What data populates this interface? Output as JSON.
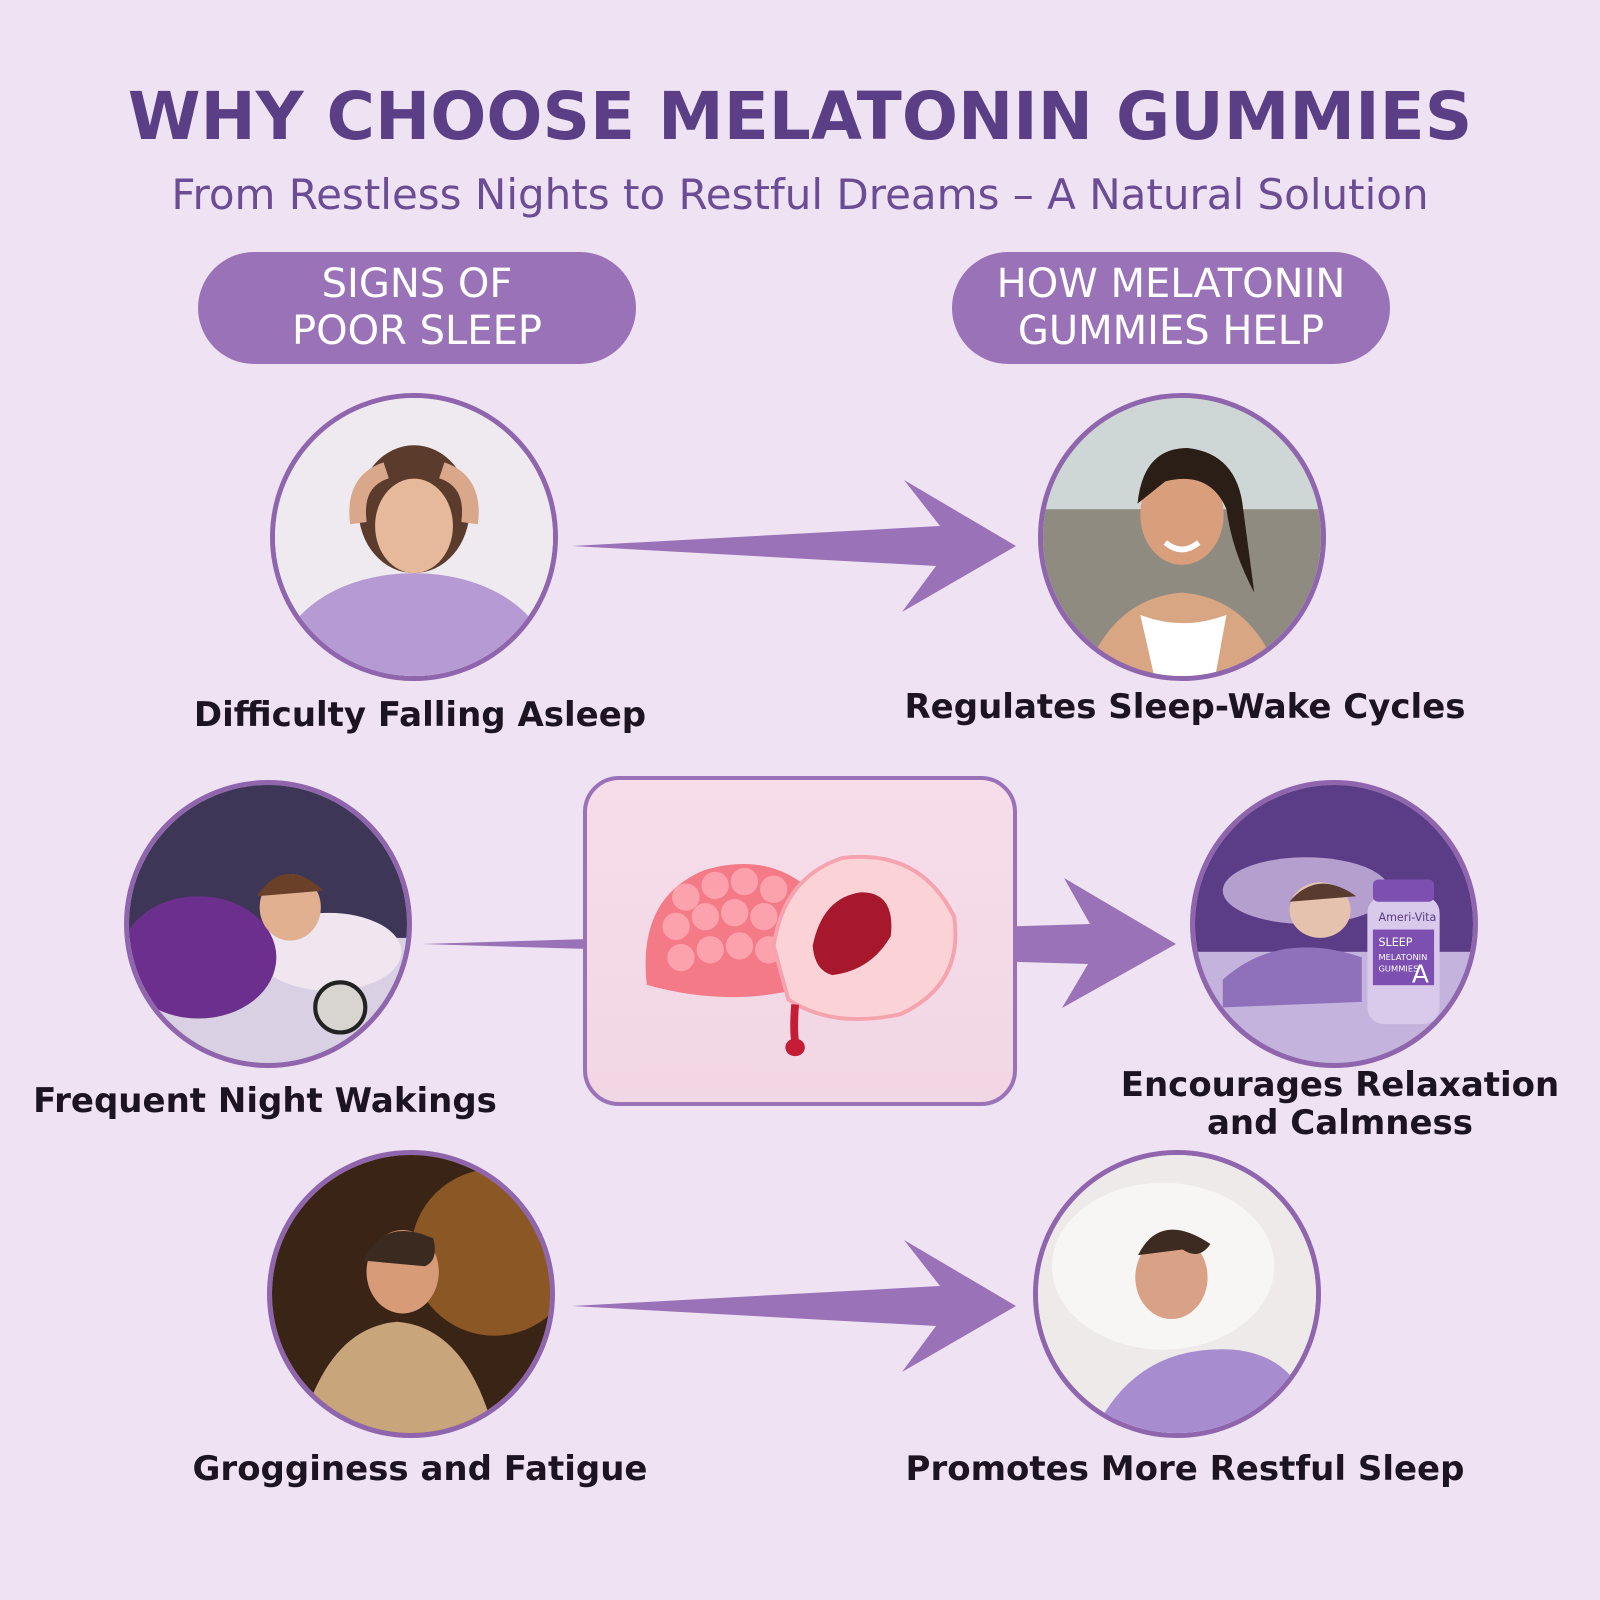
{
  "header": {
    "title": "WHY CHOOSE MELATONIN GUMMIES",
    "subtitle": "From Restless Nights to Restful Dreams – A Natural Solution"
  },
  "columns": {
    "left_label": [
      "SIGNS OF",
      "POOR SLEEP"
    ],
    "right_label": [
      "HOW MELATONIN",
      "GUMMIES HELP"
    ]
  },
  "signs": [
    {
      "caption": "Difficulty Falling Asleep"
    },
    {
      "caption": "Frequent Night Wakings"
    },
    {
      "caption": "Grogginess and Fatigue"
    }
  ],
  "benefits": [
    {
      "caption": "Regulates Sleep-Wake Cycles"
    },
    {
      "caption": [
        "Encourages Relaxation",
        "and Calmness"
      ]
    },
    {
      "caption": "Promotes More Restful Sleep"
    }
  ],
  "product": {
    "brand": "Ameri-Vita",
    "line1": "SLEEP",
    "line2": "MELATONIN",
    "line3": "GUMMIES",
    "letter": "A"
  },
  "colors": {
    "background": "#efe2f3",
    "title": "#5a3f86",
    "pill": "#9a72b8",
    "arrow": "#9a72b8"
  }
}
